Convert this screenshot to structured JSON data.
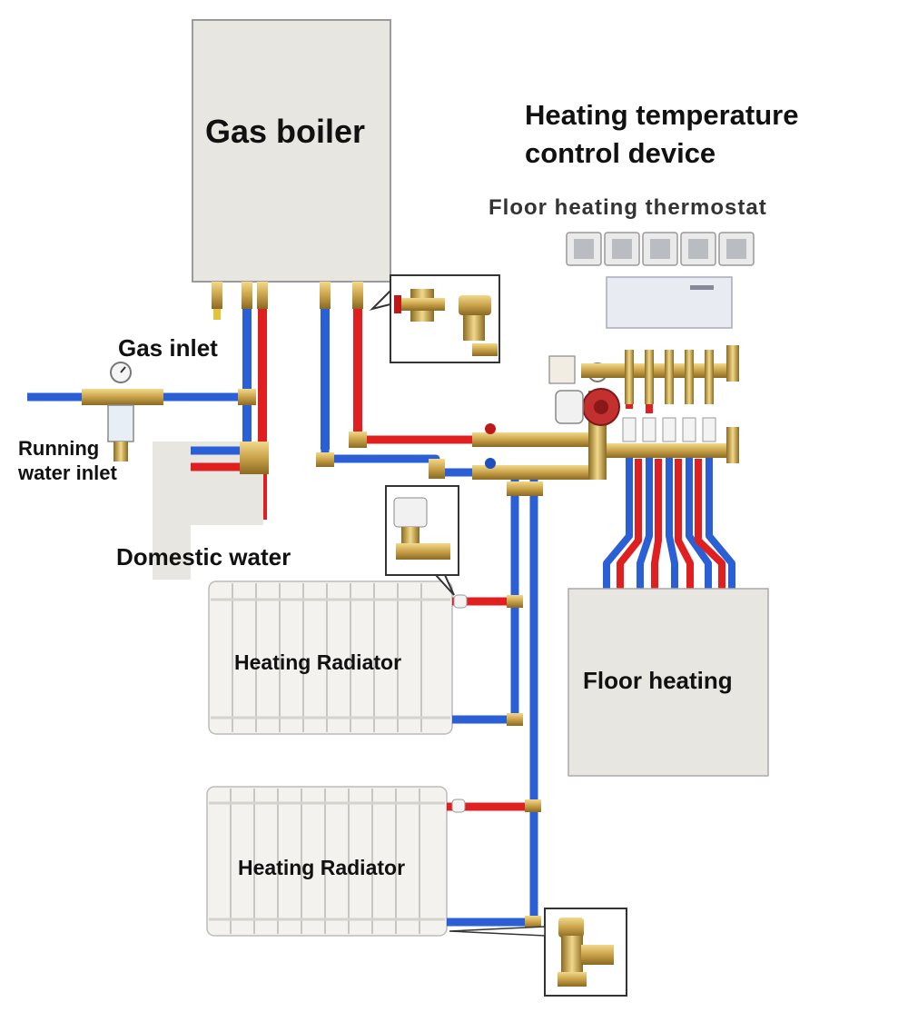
{
  "labels": {
    "gas_boiler": "Gas boiler",
    "control_title_line1": "Heating temperature",
    "control_title_line2": "control device",
    "floor_thermostat": "Floor heating thermostat",
    "gas_inlet": "Gas inlet",
    "running_water_line1": "Running",
    "running_water_line2": "water inlet",
    "domestic_water": "Domestic water",
    "radiator_1": "Heating Radiator",
    "radiator_2": "Heating Radiator",
    "floor_heating": "Floor heating"
  },
  "colors": {
    "hot_pipe": "#e02020",
    "cold_pipe": "#2b5fd6",
    "panel": "#e8e6e1",
    "brass": "#c9a24a",
    "radiator": "#f4f2ee"
  }
}
